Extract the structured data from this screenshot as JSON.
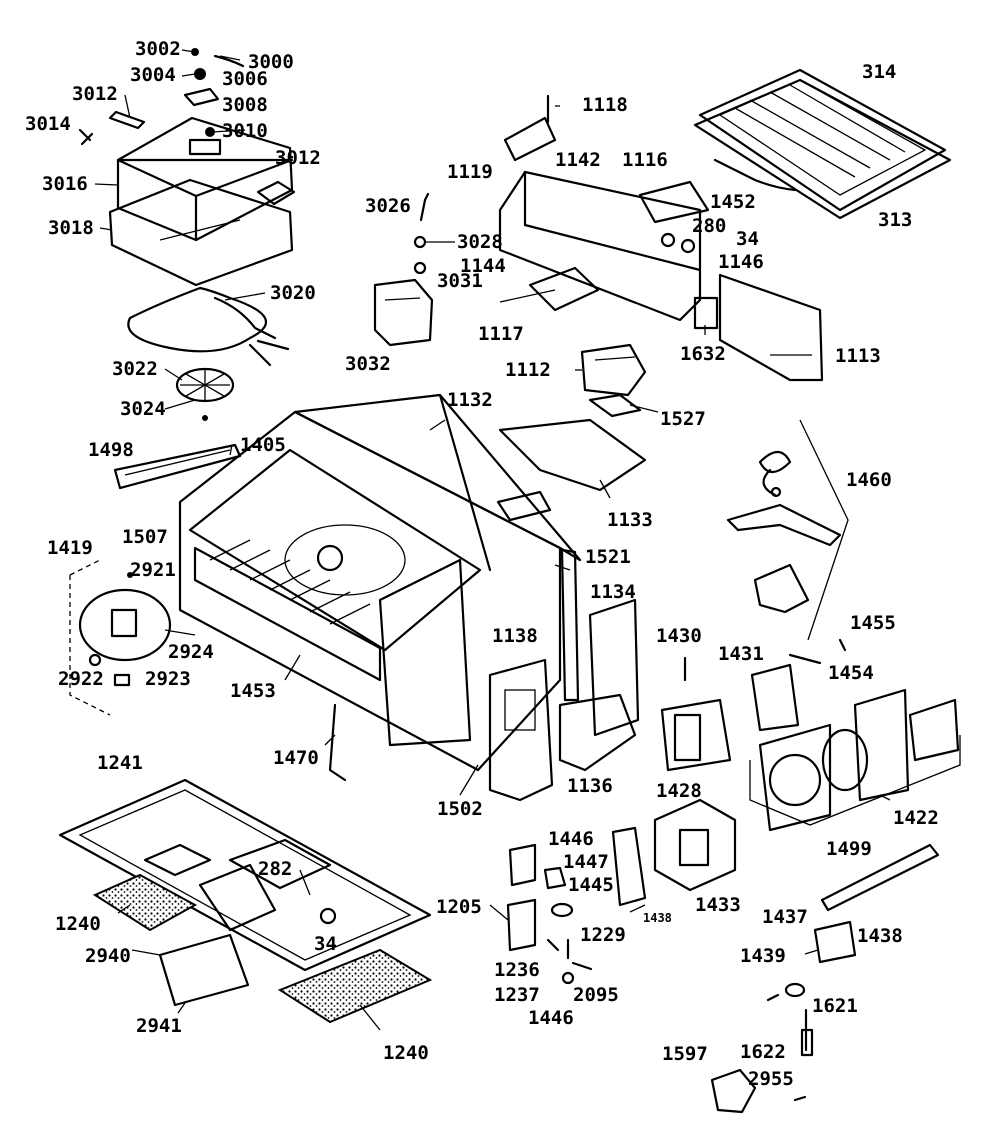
{
  "diagram": {
    "part_numbers": [
      "3002",
      "3000",
      "3004",
      "3006",
      "3012",
      "3008",
      "3014",
      "3010",
      "3016",
      "3018",
      "3020",
      "3022",
      "3024",
      "3026",
      "3028",
      "3031",
      "3032",
      "1118",
      "1119",
      "1142",
      "1116",
      "1452",
      "280",
      "34",
      "1144",
      "1146",
      "1117",
      "1632",
      "1113",
      "1112",
      "1527",
      "314",
      "313",
      "1132",
      "1498",
      "1405",
      "1133",
      "1460",
      "1507",
      "1419",
      "2921",
      "1521",
      "1134",
      "1138",
      "1455",
      "2924",
      "2922",
      "2923",
      "1453",
      "1430",
      "1431",
      "1454",
      "1470",
      "1136",
      "1428",
      "1241",
      "1502",
      "1422",
      "1446",
      "1447",
      "1445",
      "1205",
      "1433",
      "1499",
      "282",
      "1240",
      "1229",
      "1438",
      "1437",
      "2940",
      "1236",
      "1237",
      "2095",
      "1439",
      "1621",
      "2941",
      "1622",
      "1597",
      "2955"
    ]
  }
}
